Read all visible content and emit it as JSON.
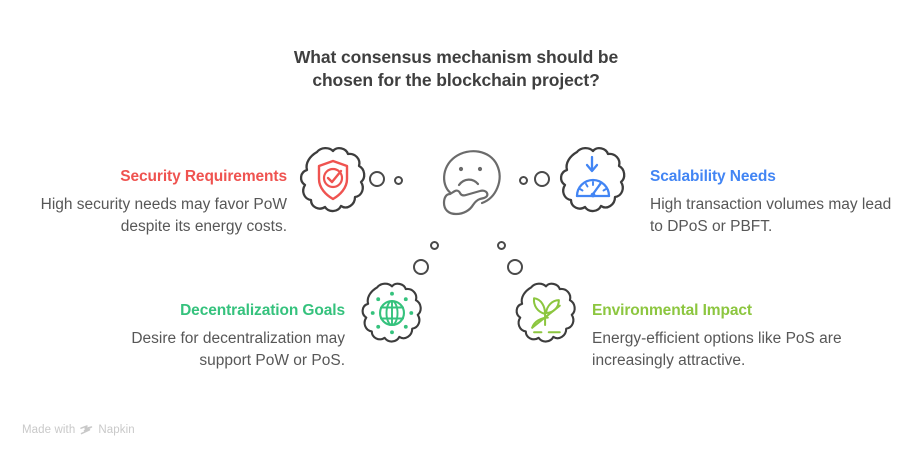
{
  "title": "What consensus mechanism should be chosen for the blockchain project?",
  "colors": {
    "security": "#EF5350",
    "scalability": "#4285F4",
    "decentralization": "#35C27D",
    "environment": "#8CC63F",
    "title_text": "#3f3f3f",
    "body_text": "#575757",
    "outline": "#4a4a4a",
    "watermark": "#c9c9c9"
  },
  "blocks": [
    {
      "id": "security",
      "heading": "Security Requirements",
      "body": "High security needs may favor PoW despite its energy costs.",
      "icon": "shield-check-icon"
    },
    {
      "id": "scalability",
      "heading": "Scalability Needs",
      "body": "High transaction volumes may lead to DPoS or PBFT.",
      "icon": "speedometer-down-arrow-icon"
    },
    {
      "id": "decentralization",
      "heading": "Decentralization Goals",
      "body": "Desire for decentralization may support PoW or PoS.",
      "icon": "globe-network-icon"
    },
    {
      "id": "environment",
      "heading": "Environmental Impact",
      "body": "Energy-efficient options like PoS are increasingly attractive.",
      "icon": "plant-sprout-icon"
    }
  ],
  "center": {
    "icon": "thinking-face-icon"
  },
  "watermark": {
    "text": "Made with",
    "brand": "Napkin"
  }
}
